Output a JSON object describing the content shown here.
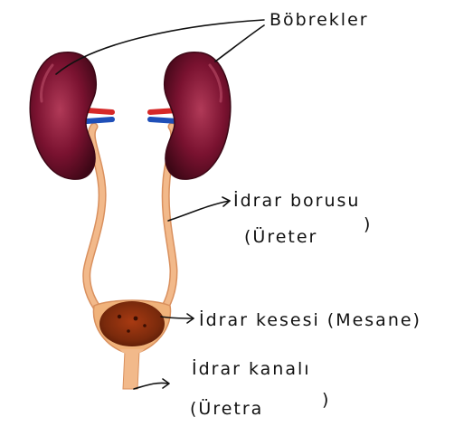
{
  "labels": {
    "kidneys": "Böbrekler",
    "ureter": "İdrar borusu",
    "ureter_alt": "(Üreter",
    "ureter_close": ")",
    "bladder": "İdrar kesesi (Mesane)",
    "urethra": "İdrar kanalı",
    "urethra_alt": "(Üretra",
    "urethra_close": ")"
  },
  "colors": {
    "kidney": "#7a1230",
    "kidney_dark": "#4a0a1c",
    "kidney_light": "#a8324f",
    "tube": "#f2b98a",
    "tube_edge": "#d9905e",
    "artery": "#d62828",
    "vein": "#1f4fb8",
    "bladder_wall": "#f0b27a",
    "bladder_inner": "#8a2a10",
    "ink": "#111111"
  }
}
